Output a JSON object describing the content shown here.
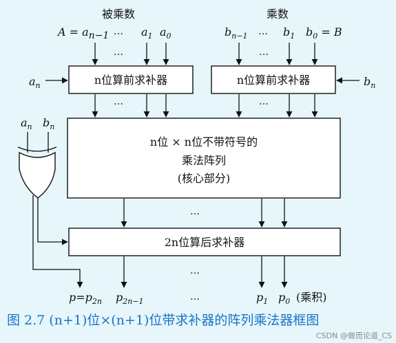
{
  "labels": {
    "multiplicand": "被乘数",
    "multiplier": "乘数",
    "a_series": "A = a",
    "a_series_sub": "n−1",
    "a1": "a",
    "a1_sub": "1",
    "a0": "a",
    "a0_sub": "0",
    "b_series": "b",
    "b_series_sub": "n−1",
    "b1": "b",
    "b1_sub": "1",
    "b0": "b",
    "b0_sub": "0",
    "b0_tail": " = B",
    "an_left": "a",
    "an_left_sub": "n",
    "bn_right": "b",
    "bn_right_sub": "n",
    "xor_an": "a",
    "xor_an_sub": "n",
    "xor_bn": "b",
    "xor_bn_sub": "n",
    "ellipsis": "…"
  },
  "blocks": {
    "pre_comp_a": "n位算前求补器",
    "pre_comp_b": "n位算前求补器",
    "array_line1": "n位 × n位不带符号的",
    "array_line2": "乘法阵列",
    "array_line3": "(核心部分)",
    "post_comp": "2n位算后求补器"
  },
  "outputs": {
    "p_msb": "p=p",
    "p_msb_sub": "2n",
    "p_next": "p",
    "p_next_sub": "2n−1",
    "p1": "p",
    "p1_sub": "1",
    "p0": "p",
    "p0_sub": "0",
    "product": "(乘积)"
  },
  "caption": "图 2.7 (n+1)位×(n+1)位带求补器的阵列乘法器框图",
  "watermark": "CSDN @做而论道_CS"
}
